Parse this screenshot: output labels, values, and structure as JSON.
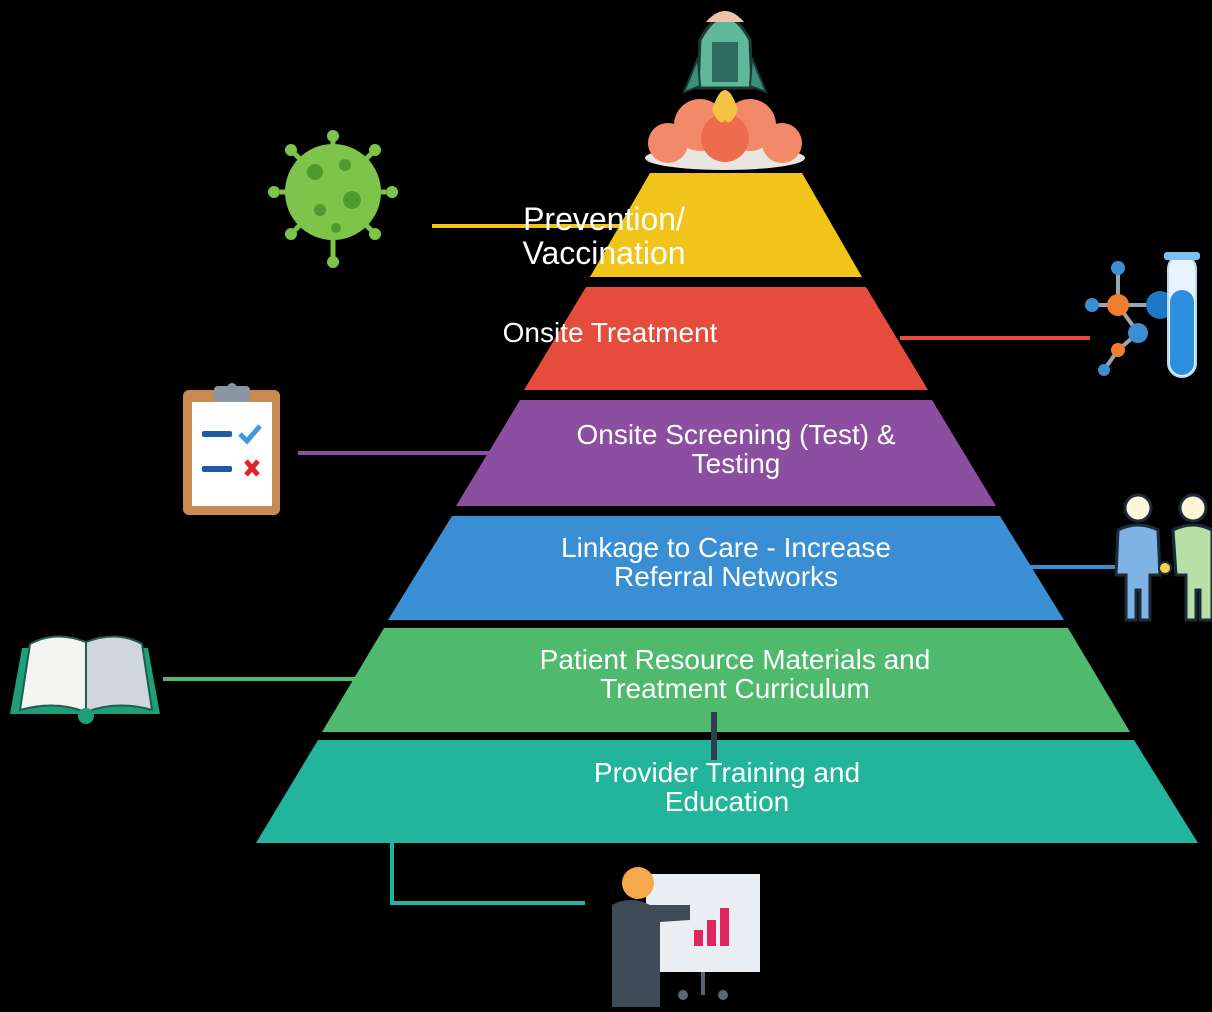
{
  "diagram": {
    "type": "pyramid",
    "tiers": [
      {
        "label": "Prevention/\nVaccination",
        "color": "#f0c419",
        "icon": "virus-icon",
        "connector_color": "#f0c419"
      },
      {
        "label": "Onsite Treatment",
        "color": "#e64c3c",
        "icon": "molecule-test-tube-icon",
        "connector_color": "#e64c3c"
      },
      {
        "label": "Onsite  Screening (Test) &\nTesting",
        "color": "#8b4ea0",
        "icon": "clipboard-checklist-icon",
        "connector_color": "#8b4ea0"
      },
      {
        "label": "Linkage to Care - Increase\nReferral Networks",
        "color": "#3a8fd4",
        "icon": "people-holding-hands-icon",
        "connector_color": "#3a8fd4"
      },
      {
        "label": "Patient Resource Materials and\nTreatment Curriculum",
        "color": "#4fb96e",
        "icon": "open-book-icon",
        "connector_color": "#4fb96e"
      },
      {
        "label": "Provider Training and\nEducation",
        "color": "#23b59c",
        "icon": "presenter-chart-icon",
        "connector_color": "#23b59c"
      }
    ],
    "top_icon": "rocket-icon",
    "colors": {
      "background": "#000000",
      "text": "#ffffff"
    }
  }
}
